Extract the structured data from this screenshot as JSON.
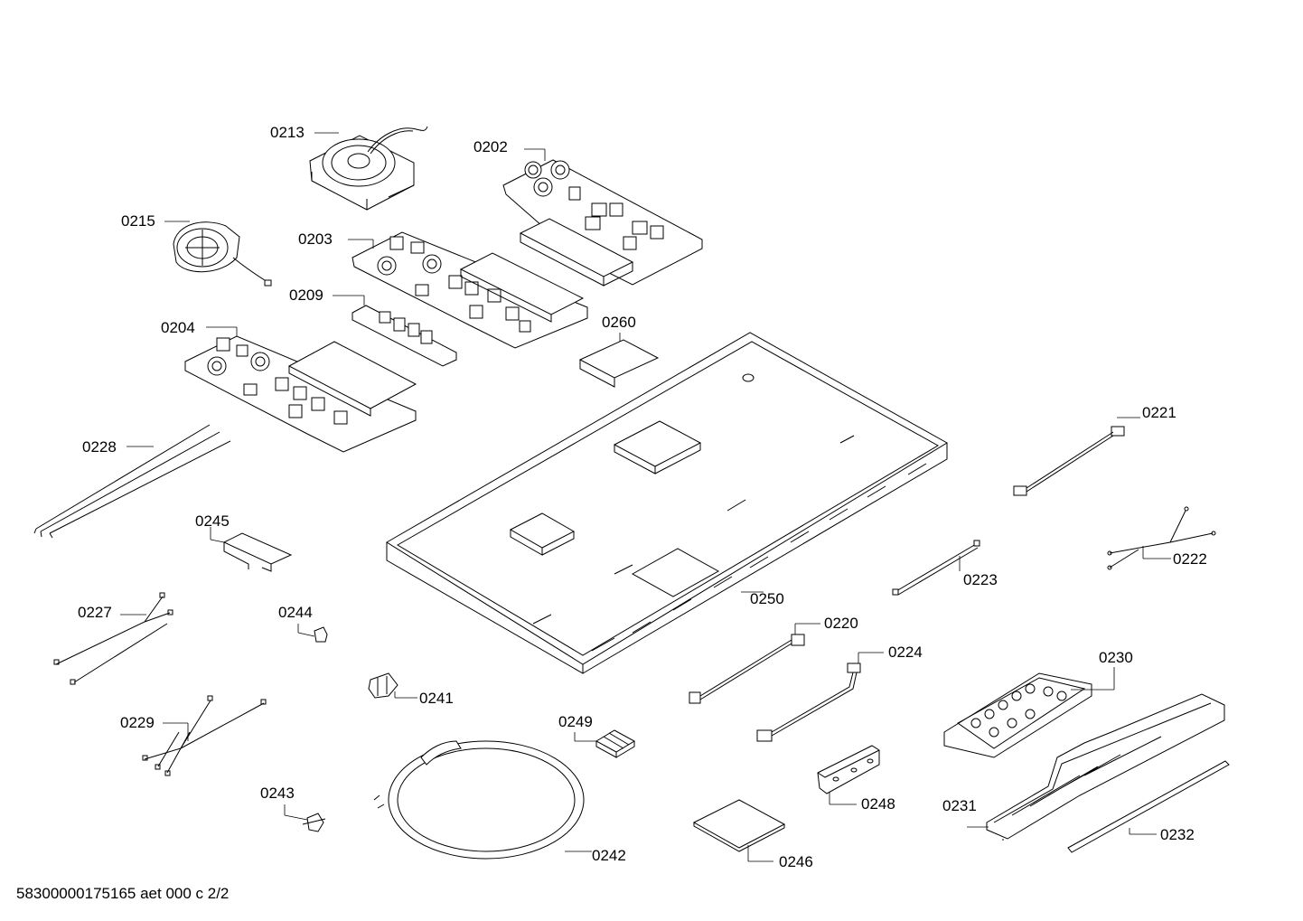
{
  "document_id": "58300000175165 aet 000 c 2/2",
  "parts": {
    "p0213": "0213",
    "p0202": "0202",
    "p0215": "0215",
    "p0203": "0203",
    "p0209": "0209",
    "p0204": "0204",
    "p0260": "0260",
    "p0228": "0228",
    "p0221": "0221",
    "p0245": "0245",
    "p0222": "0222",
    "p0223": "0223",
    "p0250": "0250",
    "p0227": "0227",
    "p0244": "0244",
    "p0220": "0220",
    "p0224": "0224",
    "p0230": "0230",
    "p0241": "0241",
    "p0229": "0229",
    "p0249": "0249",
    "p0248": "0248",
    "p0231": "0231",
    "p0243": "0243",
    "p0242": "0242",
    "p0246": "0246",
    "p0232": "0232"
  }
}
